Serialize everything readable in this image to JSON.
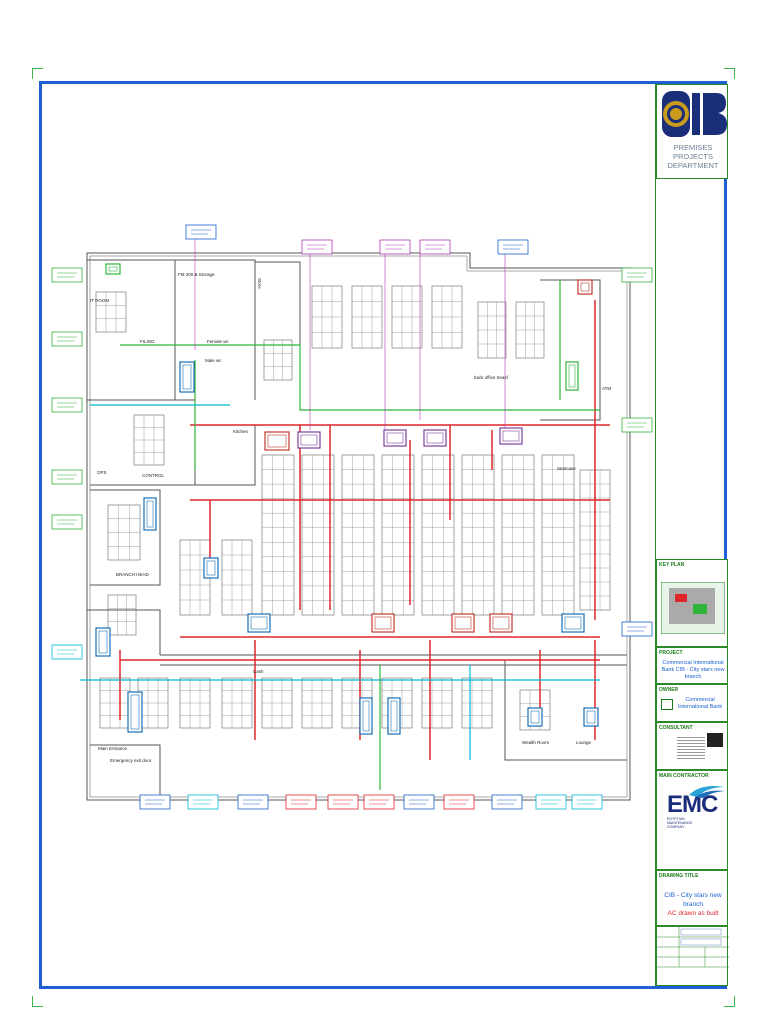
{
  "title_block": {
    "logo_text": "CIB",
    "department": "PREMISES PROJECTS DEPARTMENT",
    "key_plan_label": "KEY PLAN",
    "project_label": "PROJECT",
    "project_value": "Commercial International Bank CIB - City stars new branch",
    "owner_label": "OWNER",
    "owner_value": "Commercial International Bank",
    "consultant_label": "CONSULTANT",
    "main_contractor_label": "MAIN CONTRACTOR",
    "contractor_logo": "EMC",
    "contractor_sub": "EGYPTIAN MAINTENANCE COMPANY",
    "drawing_title_label": "DRAWING TITLE",
    "drawing_title_line1": "CIB - City stars new branch",
    "drawing_title_line2": "AC drawn as built"
  },
  "rooms": {
    "it_room": "IT ROOM",
    "filing": "FILING",
    "fm": "FM 200 & Storage",
    "storage": "Store",
    "female_wc": "Female wc",
    "male_wc": "Male wc",
    "kitchen": "Kitchen",
    "back_office": "back office treasf",
    "atm": "ATM",
    "control": "CONTROL",
    "ops": "OPS",
    "branch_head": "BRANCH HEAD",
    "cash": "Cash",
    "wealth": "Wealth Room",
    "lounge": "Lounge",
    "emergency": "Emergency exit door",
    "entrance": "Main Entrance",
    "stairs": "Staircase"
  },
  "colors": {
    "frame": "#1f5fd1",
    "title_green": "#2a8a2a",
    "duct_red": "#e0262a",
    "pipe_cyan": "#00b7d4",
    "pipe_green": "#2fb33a",
    "tag_magenta": "#b03ab0",
    "wall": "#555555"
  }
}
